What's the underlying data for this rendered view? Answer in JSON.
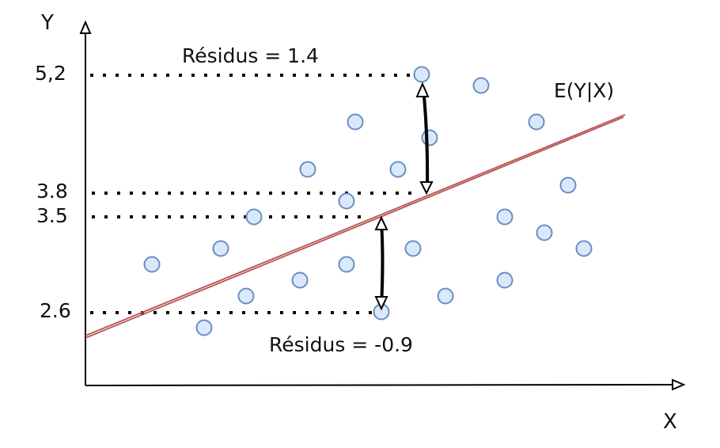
{
  "axes": {
    "y_label": "Y",
    "x_label": "X"
  },
  "y_ticks": [
    "5,2",
    "3.8",
    "3.5",
    "2.6"
  ],
  "annotations": {
    "residual_top": "Résidus = 1.4",
    "residual_bottom": "Résidus = -0.9",
    "regression_label": "E(Y|X)"
  },
  "colors": {
    "point_fill": "#dae8fc",
    "point_stroke": "#6c8ebf",
    "regression_line": "#b85450",
    "ink": "#000000"
  }
}
